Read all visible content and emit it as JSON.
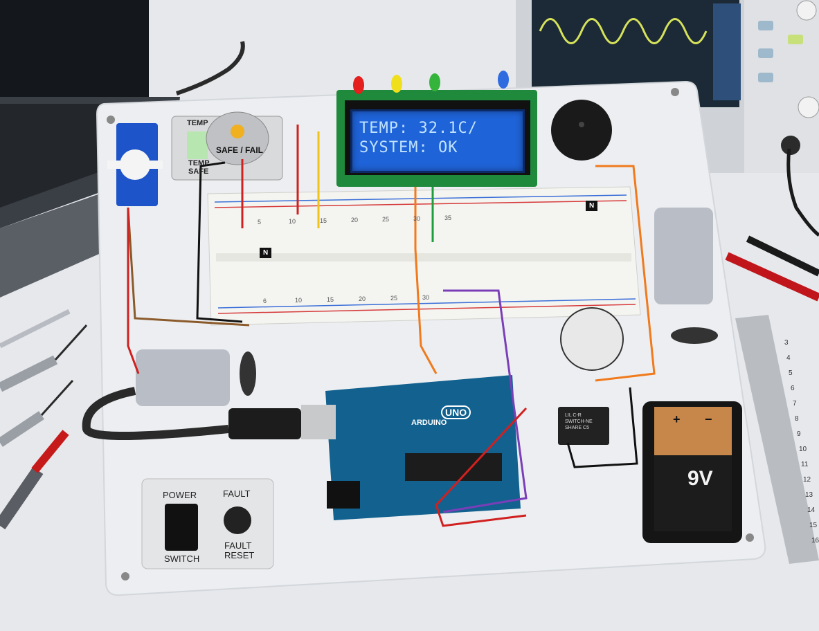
{
  "lcd": {
    "line1": "TEMP: 32.1C/",
    "line2": "SYSTEM: OK"
  },
  "temp_module": {
    "top_label": "TEMP",
    "bottom_label_1": "TEMP",
    "bottom_label_2": "SAFE",
    "dial_label": "SAFE / FAIL"
  },
  "controls": {
    "power_label": "POWER",
    "switch_label": "SWITCH",
    "fault_label": "FAULT",
    "reset_label_1": "FAULT",
    "reset_label_2": "RESET"
  },
  "arduino": {
    "brand": "ARDUINO",
    "model": "UNO"
  },
  "battery": {
    "voltage": "9V",
    "plus": "+",
    "minus": "−"
  },
  "relay": {
    "line1": "LIL C-R",
    "line2": "SWITCH-NE",
    "line3": "SHARE C5"
  },
  "breadboard": {
    "col_numbers": [
      "5",
      "10",
      "15",
      "20",
      "25",
      "30",
      "35"
    ],
    "col_numbers_bottom": [
      "6",
      "10",
      "15",
      "20",
      "25",
      "30"
    ]
  },
  "ruler": {
    "marks": [
      "3",
      "4",
      "5",
      "6",
      "7",
      "8",
      "9",
      "10",
      "11",
      "12",
      "13",
      "14",
      "15",
      "16"
    ]
  },
  "transistor_label": "N",
  "colors": {
    "lcd_bg": "#1f63d8",
    "lcd_text": "#bfe2ff",
    "arduino_blue": "#12618f",
    "pcb_green": "#1f8a3c",
    "battery_copper": "#c8874a"
  }
}
